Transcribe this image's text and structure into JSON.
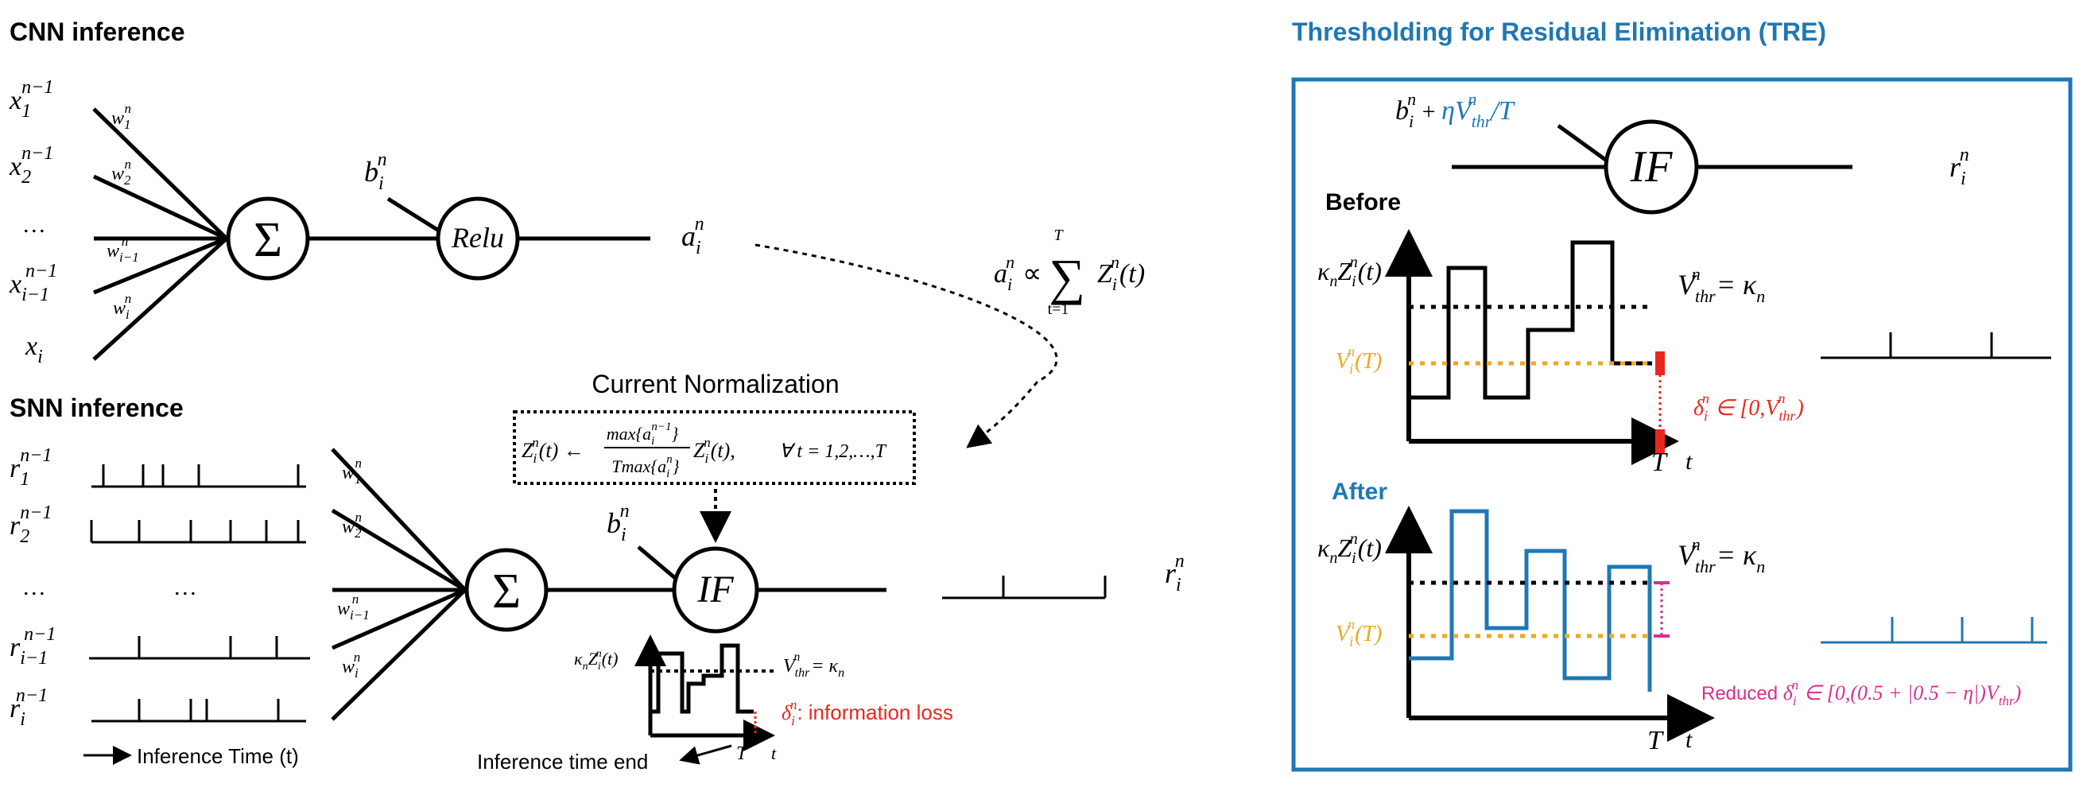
{
  "cnn": {
    "title": "CNN inference",
    "inputs": {
      "x1": "x",
      "x1_sub": "1",
      "x1_sup": "n−1",
      "x2": "x",
      "x2_sub": "2",
      "x2_sup": "n−1",
      "dots": "…",
      "xim1": "x",
      "xim1_sub": "i−1",
      "xim1_sup": "n−1",
      "xi": "x",
      "xi_sub": "i"
    },
    "weights": {
      "w1": "w",
      "w1_sub": "1",
      "w1_sup": "n",
      "w2": "w",
      "w2_sub": "2",
      "w2_sup": "n",
      "wim1": "w",
      "wim1_sub": "i−1",
      "wim1_sup": "n",
      "wi": "w",
      "wi_sub": "i",
      "wi_sup": "n"
    },
    "sum_symbol": "Σ",
    "bias": "b",
    "bias_sub": "i",
    "bias_sup": "n",
    "relu_label": "Relu",
    "output": "a",
    "output_sub": "i",
    "output_sup": "n"
  },
  "relation": {
    "lhs": "a",
    "lhs_sub": "i",
    "lhs_sup": "n",
    "propto": "∝",
    "sum": "∑",
    "sum_top": "T",
    "sum_bottom": "t=1",
    "term": "Z",
    "term_sub": "i",
    "term_sup": "n",
    "term_arg": "(t)"
  },
  "normalization": {
    "title": "Current Normalization",
    "formula_lhs": "Z",
    "formula_lhs_sub": "i",
    "formula_lhs_sup": "n",
    "formula_lhs_arg": "(t) ←",
    "num": "max{a",
    "num_sub": "i",
    "num_sup": "n−1",
    "num_close": "}",
    "den": "Tmax{a",
    "den_sub": "i",
    "den_sup": "n",
    "den_close": "}",
    "rhs": "Z",
    "rhs_sub": "i",
    "rhs_sup": "n",
    "rhs_arg": "(t),",
    "forall": "∀ t = 1,2,…,T"
  },
  "snn": {
    "title": "SNN inference",
    "inputs": {
      "r1": "r",
      "r1_sub": "1",
      "r1_sup": "n−1",
      "r2": "r",
      "r2_sub": "2",
      "r2_sup": "n−1",
      "dots": "…",
      "dots_train": "…",
      "rim1": "r",
      "rim1_sub": "i−1",
      "rim1_sup": "n−1",
      "ri": "r",
      "ri_sub": "i",
      "ri_sup": "n−1"
    },
    "weights": {
      "w1": "w",
      "w1_sub": "1",
      "w1_sup": "n",
      "w2": "w",
      "w2_sub": "2",
      "w2_sup": "n",
      "wim1": "w",
      "wim1_sub": "i−1",
      "wim1_sup": "n",
      "wi": "w",
      "wi_sub": "i",
      "wi_sup": "n"
    },
    "sum_symbol": "Σ",
    "bias": "b",
    "bias_sub": "i",
    "bias_sup": "n",
    "if_label": "IF",
    "output": "r",
    "output_sub": "i",
    "output_sup": "n",
    "time_legend": "Inference Time (t)",
    "mini_ylabel": "κ",
    "mini_ylabel_sub": "n",
    "mini_ylabel_z": "Z",
    "mini_ylabel_z_sub": "i",
    "mini_ylabel_z_sup": "n",
    "mini_ylabel_arg": "(t)",
    "mini_vthr": "V",
    "mini_vthr_sub": "thr",
    "mini_vthr_sup": "n",
    "mini_vthr_rhs": "= κ",
    "mini_vthr_rhs_sub": "n",
    "mini_delta": "δ",
    "mini_delta_sub": "i",
    "mini_delta_sup": "n",
    "mini_delta_text": ": information loss",
    "mini_T": "T",
    "mini_t": "t",
    "time_end": "Inference time end"
  },
  "tre": {
    "title": "Thresholding for Residual Elimination (TRE)",
    "bias": "b",
    "bias_sub": "i",
    "bias_sup": "n",
    "bias_plus": " + ",
    "bias_blue": "ηV",
    "bias_blue_sub": "thr",
    "bias_blue_sup": "n",
    "bias_blue_tail": "/T",
    "if_label": "IF",
    "output": "r",
    "output_sub": "i",
    "output_sup": "n",
    "before": {
      "label": "Before",
      "ylabel": "κ",
      "ylabel_sub": "n",
      "ylabel_z": "Z",
      "ylabel_z_sub": "i",
      "ylabel_z_sup": "n",
      "ylabel_arg": "(t)",
      "vthr": "V",
      "vthr_sub": "thr",
      "vthr_sup": "n",
      "vthr_rhs": "= κ",
      "vthr_rhs_sub": "n",
      "vi": "V",
      "vi_sub": "i",
      "vi_sup": "n",
      "vi_arg": "(T)",
      "delta": "δ",
      "delta_sub": "i",
      "delta_sup": "n",
      "delta_range": " ∈ [0,V",
      "delta_range_sub": "thr",
      "delta_range_sup": "n",
      "delta_close": ")",
      "T": "T",
      "t": "t"
    },
    "after": {
      "label": "After",
      "ylabel": "κ",
      "ylabel_sub": "n",
      "ylabel_z": "Z",
      "ylabel_z_sub": "i",
      "ylabel_z_sup": "n",
      "ylabel_arg": "(t)",
      "vthr": "V",
      "vthr_sub": "thr",
      "vthr_sup": "n",
      "vthr_rhs": "= κ",
      "vthr_rhs_sub": "n",
      "vi": "V",
      "vi_sub": "i",
      "vi_sup": "n",
      "vi_arg": "(T)",
      "reduced": "Reduced ",
      "delta": "δ",
      "delta_sub": "i",
      "delta_sup": "n",
      "delta_range": " ∈ [0,(0.5 + |0.5 − η|)V",
      "delta_range_sub": "thr",
      "delta_close": ")",
      "T": "T",
      "t": "t"
    }
  },
  "colors": {
    "blue": "#1f78b4",
    "orange": "#f0a81c",
    "red": "#e8281e",
    "magenta": "#d6308f",
    "black": "#000000"
  }
}
